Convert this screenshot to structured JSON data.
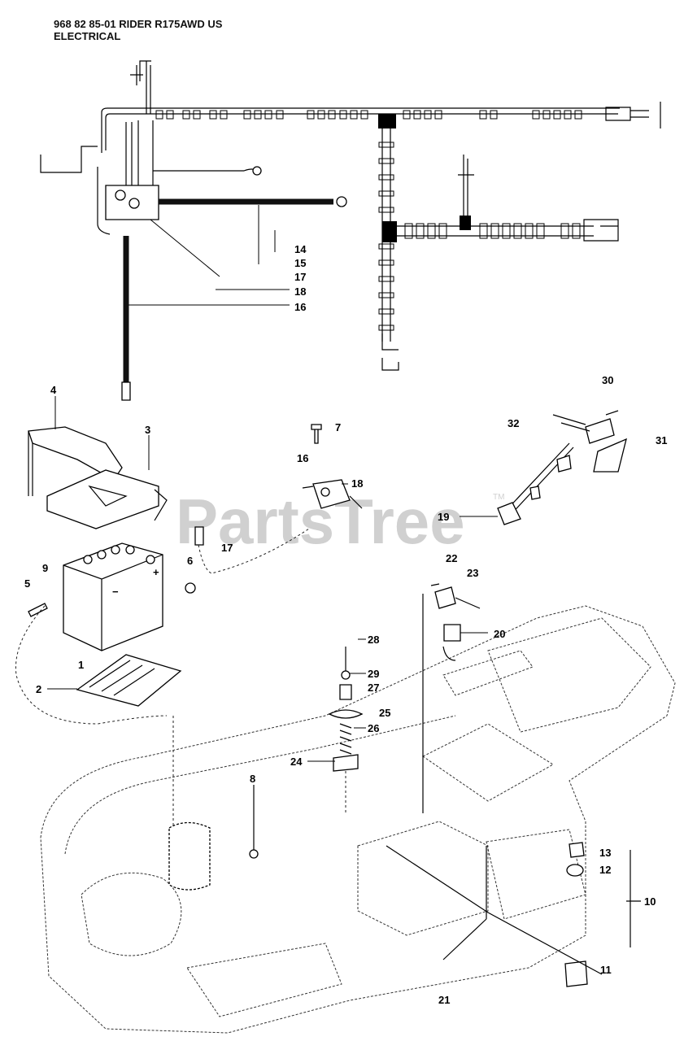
{
  "header": {
    "line1": "968 82 85-01 RIDER R175AWD US",
    "line2": "ELECTRICAL"
  },
  "watermark": {
    "text": "PartsTree",
    "trademark": "TM"
  },
  "callouts": [
    "1",
    "2",
    "3",
    "4",
    "5",
    "6",
    "7",
    "8",
    "9",
    "10",
    "11",
    "12",
    "13",
    "14",
    "15",
    "16",
    "16",
    "17",
    "17",
    "18",
    "18",
    "19",
    "20",
    "21",
    "22",
    "23",
    "24",
    "25",
    "26",
    "27",
    "28",
    "29",
    "30",
    "31",
    "32"
  ]
}
